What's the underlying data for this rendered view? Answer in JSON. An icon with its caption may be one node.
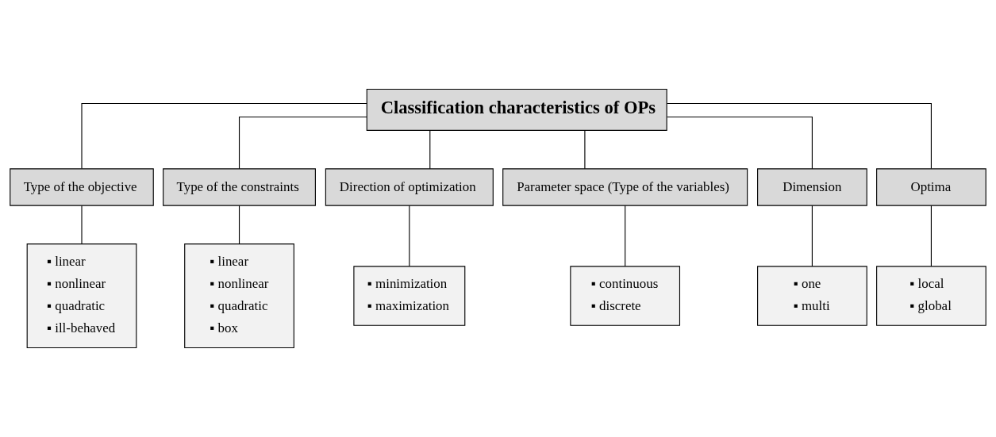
{
  "diagram": {
    "nodes": [
      {
        "text": [
          "Classification characteristics of OPs"
        ]
      },
      {
        "text": [
          "Type of the objective"
        ]
      },
      {
        "text": [
          "Type of the constraints"
        ]
      },
      {
        "text": [
          "Direction of optimization"
        ]
      },
      {
        "text": [
          "Parameter space (Type of the variables)"
        ]
      },
      {
        "text": [
          "Dimension"
        ]
      },
      {
        "text": [
          "Optima"
        ]
      },
      {
        "text": [
          "▪ linear",
          "▪ nonlinear",
          "▪ quadratic",
          "▪ ill-behaved"
        ]
      },
      {
        "text": [
          "▪ linear",
          "▪ nonlinear",
          "▪ quadratic",
          "▪ box"
        ]
      },
      {
        "text": [
          "▪ minimization",
          "▪ maximization"
        ]
      },
      {
        "text": [
          "▪ continuous",
          "▪ discrete"
        ]
      },
      {
        "text": [
          "▪ one",
          "▪ multi"
        ]
      },
      {
        "text": [
          "▪ local",
          "▪ global"
        ]
      }
    ],
    "edges": [
      {
        "from": 0,
        "to": 1,
        "arrow": "none"
      },
      {
        "from": 0,
        "to": 2,
        "arrow": "none"
      },
      {
        "from": 0,
        "to": 3,
        "arrow": "none"
      },
      {
        "from": 0,
        "to": 4,
        "arrow": "none"
      },
      {
        "from": 0,
        "to": 5,
        "arrow": "none"
      },
      {
        "from": 0,
        "to": 6,
        "arrow": "none"
      },
      {
        "from": 1,
        "to": 7,
        "arrow": "none"
      },
      {
        "from": 2,
        "to": 8,
        "arrow": "none"
      },
      {
        "from": 3,
        "to": 9,
        "arrow": "none"
      },
      {
        "from": 4,
        "to": 10,
        "arrow": "none"
      },
      {
        "from": 5,
        "to": 11,
        "arrow": "none"
      },
      {
        "from": 6,
        "to": 12,
        "arrow": "none"
      }
    ]
  }
}
